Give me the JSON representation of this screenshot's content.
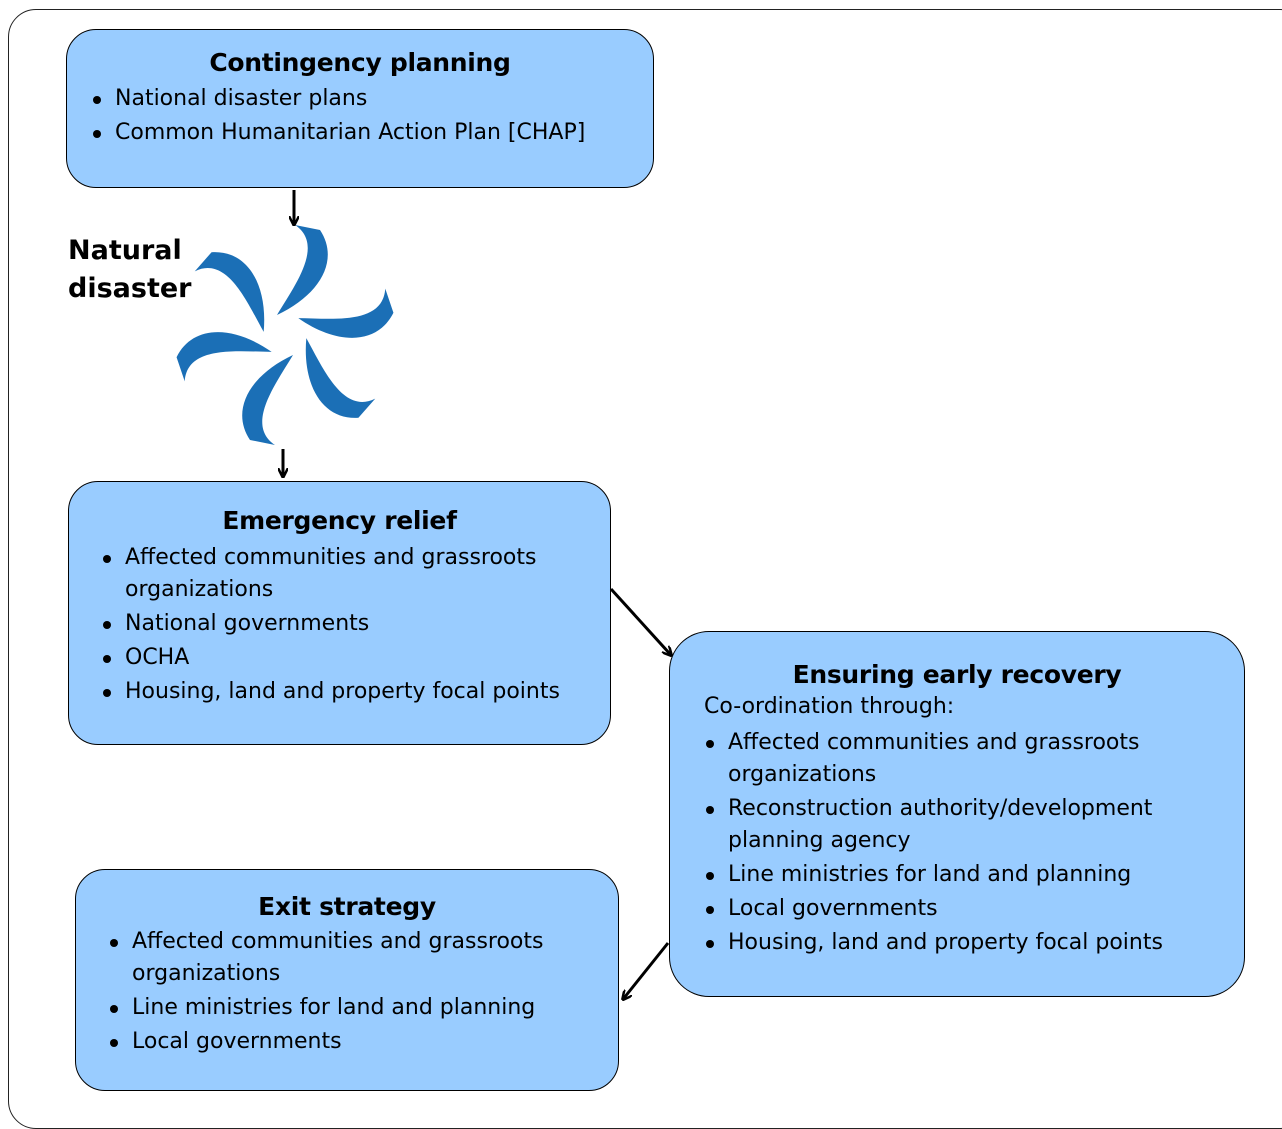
{
  "contingency": {
    "title": "Contingency planning",
    "items": [
      "National disaster plans",
      "Common Humanitarian Action Plan [CHAP]"
    ]
  },
  "natural_disaster": {
    "label_line1": "Natural",
    "label_line2": "disaster"
  },
  "emergency": {
    "title": "Emergency relief",
    "items": [
      "Affected communities and grassroots organizations",
      "National governments",
      "OCHA",
      "Housing, land and property focal points"
    ]
  },
  "recovery": {
    "title": "Ensuring early recovery",
    "subtitle": "Co-ordination through:",
    "items": [
      "Affected communities and grassroots organizations",
      "Reconstruction authority/development planning agency",
      "Line ministries for land and planning",
      "Local governments",
      "Housing, land and property focal points"
    ]
  },
  "exit": {
    "title": "Exit strategy",
    "items": [
      "Affected communities and grassroots organizations",
      "Line ministries for land and planning",
      "Local governments"
    ]
  },
  "colors": {
    "box_fill": "#99ccff",
    "swirl_blue": "#1b6fb6"
  },
  "icons": {
    "disaster_symbol": "swirl-icon"
  }
}
